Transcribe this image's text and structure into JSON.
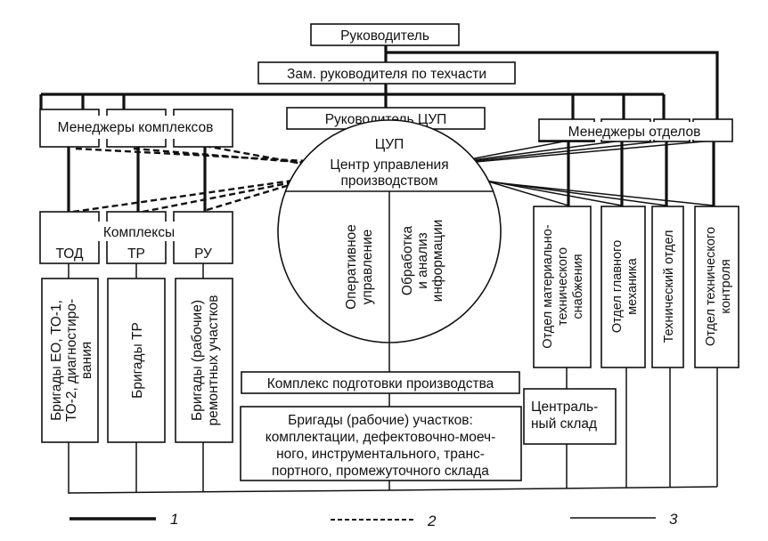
{
  "diagram": {
    "top": {
      "head": "Руководитель",
      "deputy": "Зам. руководителя по техчасти"
    },
    "complex_managers": "Менеджеры комплексов",
    "cup_head": "Руководитель ЦУП",
    "department_managers": "Менеджеры отделов",
    "cup": {
      "abbr": "ЦУП",
      "title_line1": "Центр управления",
      "title_line2": "производством",
      "left_half": [
        "Оперативное",
        "управление"
      ],
      "right_half": [
        "Обработка",
        "и анализ",
        "информации"
      ]
    },
    "complexes": {
      "title": "Комплексы",
      "items": [
        "ТОД",
        "ТР",
        "РУ"
      ]
    },
    "brigades": [
      [
        "Бригады ЕО, ТО-1,",
        "ТО-2, диагностиро-",
        "вания"
      ],
      [
        "Бригады ТР"
      ],
      [
        "Бригады (рабочие)",
        "ремонтных участков"
      ]
    ],
    "prep_complex": "Комплекс подготовки производства",
    "prep_brigades": [
      "Бригады (рабочие) участков:",
      "комплектации, дефектовочно-моеч-",
      "ного, инструментального, транс-",
      "портного, промежуточного склада"
    ],
    "departments": [
      [
        "Отдел материально-",
        "технического",
        "снабжения"
      ],
      [
        "Отдел главного",
        "механика"
      ],
      [
        "Технический отдел"
      ],
      [
        "Отдел технического",
        "контроля"
      ]
    ],
    "central_warehouse": [
      "Централь-",
      "ный склад"
    ]
  },
  "legend": [
    {
      "style": "thick-solid",
      "label": "1"
    },
    {
      "style": "dashed",
      "label": "2"
    },
    {
      "style": "thin-solid",
      "label": "3"
    }
  ]
}
